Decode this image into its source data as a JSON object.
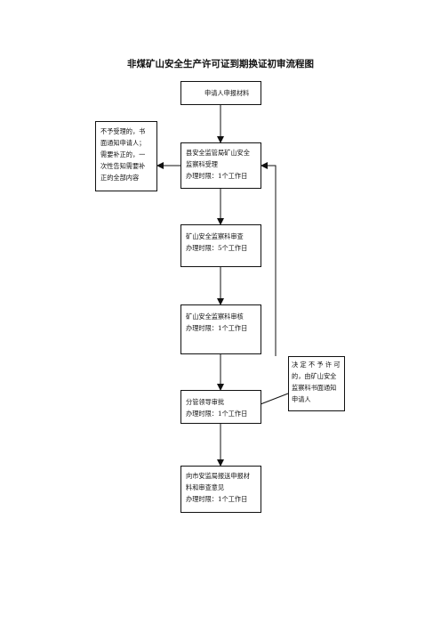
{
  "title": "非煤矿山安全生产许可证到期换证初审流程图",
  "nodes": {
    "apply": "申请人申报材料",
    "county": "县安全监管局矿山安全\n监察科受理\n办理时限：1个工作日",
    "reject_notice": "不予受理的，书\n面通知申请人；\n需要补正的，一\n次性告知需要补\n正的全部内容",
    "review": "矿山安全监察科审查\n办理时限：5个工作日",
    "audit": "矿山安全监察科审核\n办理时限：1个工作日",
    "leader": "分管领导审批\n办理时限：1个工作日",
    "deny_notice": "决 定 不 予 许 可\n的，由矿山安全\n监察科书面通知\n申请人",
    "submit": "向市安监局报送申报材\n料和审查意见\n办理时限：1个工作日"
  },
  "colors": {
    "line": "#111111",
    "text": "#111111",
    "background": "#ffffff"
  }
}
